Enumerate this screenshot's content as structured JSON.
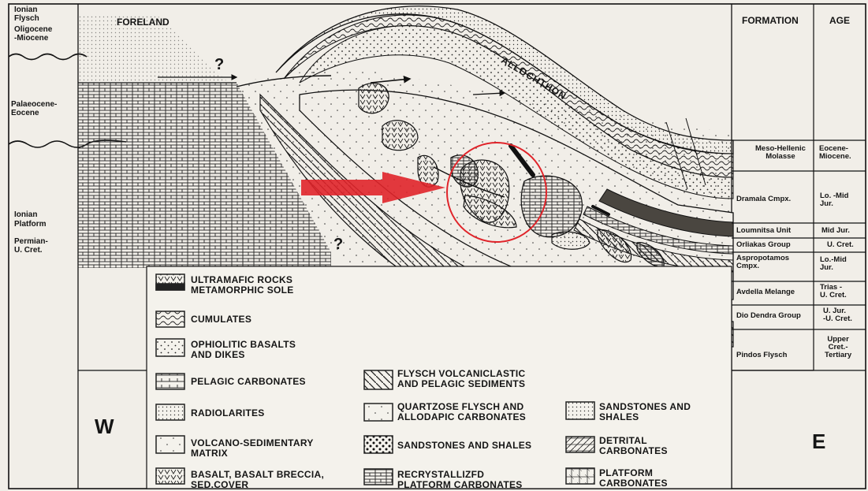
{
  "header": {
    "foreland": "FORELAND",
    "allochthon": "ALLOCHTHON",
    "formation": "FORMATION",
    "age": "AGE",
    "question": "?"
  },
  "left_column": {
    "ionian_flysch_1": "Ionian",
    "ionian_flysch_2": "Flysch",
    "oligo_1": "Oligocene",
    "oligo_2": "-Miocene",
    "palaeo_1": "Palaeocene-",
    "palaeo_2": "Eocene",
    "ionian_platform_1": "Ionian",
    "ionian_platform_2": "Platform",
    "permian_1": "Permian-",
    "permian_2": "U. Cret."
  },
  "formations": [
    {
      "name": "Meso-Hellenic\nMolasse",
      "age": "Eocene-\nMiocene."
    },
    {
      "name": "Dramala Cmpx.",
      "age": "Lo. -Mid\nJur."
    },
    {
      "name": "Loumnitsa Unit",
      "age": "Mid Jur."
    },
    {
      "name": "Orliakas Group",
      "age": "U. Cret."
    },
    {
      "name": "Aspropotamos\nCmpx.",
      "age": "Lo.-Mid\nJur."
    },
    {
      "name": "Avdella Melange",
      "age": "Trias -\nU. Cret."
    },
    {
      "name": "Dio Dendra Group",
      "age": "U. Jur.\n-U. Cret."
    },
    {
      "name": "Pindos Flysch",
      "age": "Upper\nCret.-\nTertiary"
    }
  ],
  "compass": {
    "west": "W",
    "east": "E"
  },
  "legend": [
    {
      "pattern": "ultramafic",
      "text": "ULTRAMAFIC ROCKS\nMETAMORPHIC SOLE"
    },
    {
      "pattern": "cumulates",
      "text": "CUMULATES"
    },
    {
      "pattern": "dots",
      "text": "OPHIOLITIC BASALTS\nAND DIKES"
    },
    {
      "pattern": "pelagic",
      "text": "PELAGIC CARBONATES"
    },
    {
      "pattern": "fine-dots",
      "text": "RADIOLARITES"
    },
    {
      "pattern": "sparse-dots",
      "text": "VOLCANO-SEDIMENTARY\nMATRIX"
    },
    {
      "pattern": "basalt-v",
      "text": "BASALT, BASALT BRECCIA,\nSED.COVER"
    },
    {
      "pattern": "diagonal",
      "text": "FLYSCH VOLCANICLASTIC\nAND PELAGIC SEDIMENTS"
    },
    {
      "pattern": "sparse-dots",
      "text": "QUARTZOSE FLYSCH AND\nALLODAPIC CARBONATES"
    },
    {
      "pattern": "big-dots",
      "text": "SANDSTONES AND SHALES"
    },
    {
      "pattern": "bricks",
      "text": "RECRYSTALLIZFD\nPLATFORM CARBONATES"
    },
    {
      "pattern": "fine-dots",
      "text": "SANDSTONES AND\nSHALES"
    },
    {
      "pattern": "detrital",
      "text": "DETRITAL\nCARBONATES"
    },
    {
      "pattern": "platform",
      "text": "PLATFORM\nCARBONATES"
    }
  ],
  "colors": {
    "annotation": "#e0242a",
    "ink": "#151515",
    "paper": "#f1eee8",
    "dark_layer": "#4a4640"
  }
}
